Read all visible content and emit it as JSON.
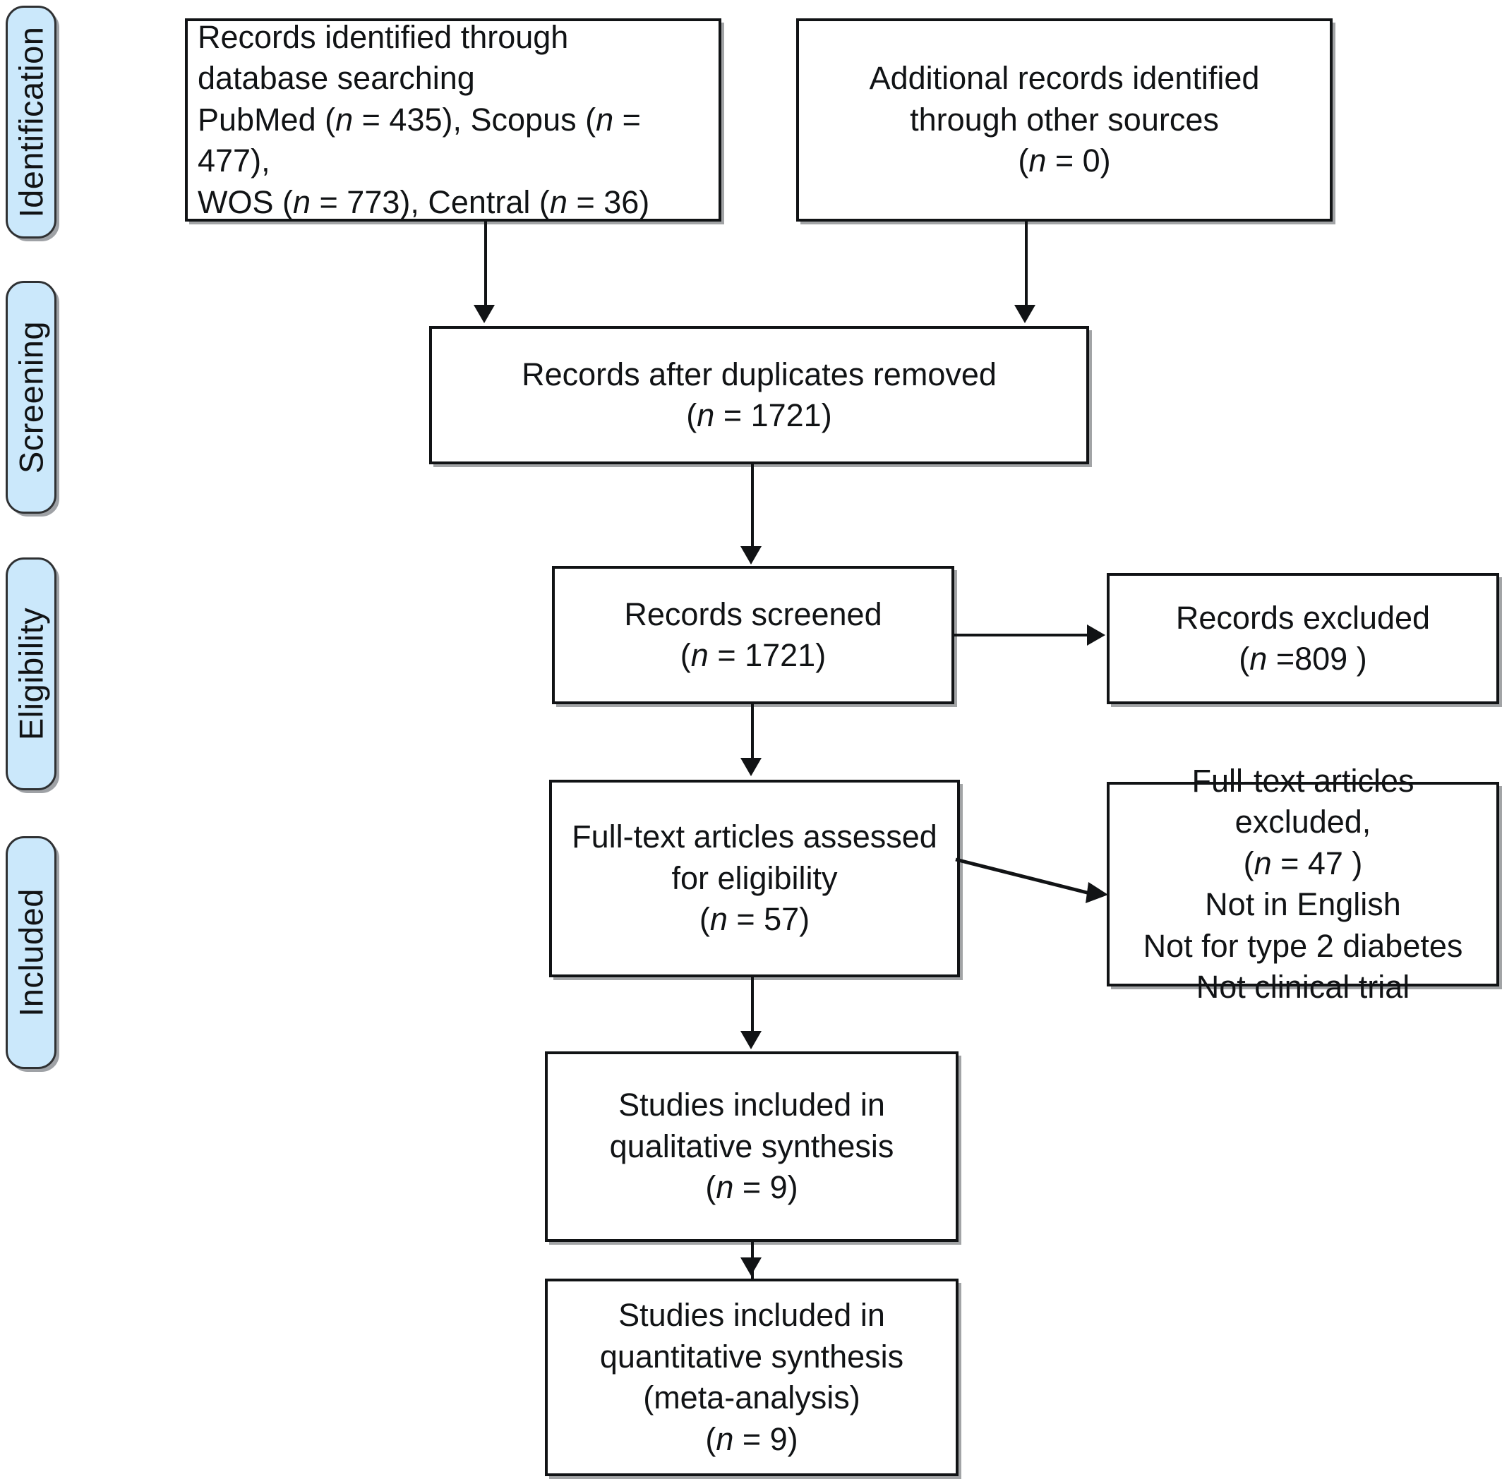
{
  "diagram": {
    "type": "prisma-flow-diagram",
    "phases": [
      {
        "name": "identification",
        "label": "Identification"
      },
      {
        "name": "screening",
        "label": "Screening"
      },
      {
        "name": "eligibility",
        "label": "Eligibility"
      },
      {
        "name": "included",
        "label": "Included"
      }
    ],
    "boxes": {
      "database_search": {
        "lines": [
          "Records identified through",
          "database searching",
          "PubMed (n = 435), Scopus (n = 477),",
          "WOS  (n = 773), Central (n = 36)"
        ],
        "align": "left"
      },
      "other_sources": {
        "lines": [
          "Additional records identified",
          "through other sources",
          "(n = 0)"
        ],
        "align": "center"
      },
      "duplicates_removed": {
        "lines": [
          "Records after duplicates removed",
          "(n = 1721)"
        ],
        "align": "center"
      },
      "records_screened": {
        "lines": [
          "Records screened",
          "(n = 1721)"
        ],
        "align": "center"
      },
      "records_excluded": {
        "lines": [
          "Records excluded",
          "(n =809 )"
        ],
        "align": "center"
      },
      "fulltext_assessed": {
        "lines": [
          "Full-text articles assessed",
          "for eligibility",
          "(n = 57)"
        ],
        "align": "center"
      },
      "fulltext_excluded": {
        "lines": [
          "Full-text articles excluded,",
          "(n = 47 )",
          "Not in English",
          "Not for type 2 diabetes",
          "Not clinical trial"
        ],
        "align": "center"
      },
      "qualitative_synthesis": {
        "lines": [
          "Studies included in",
          "qualitative synthesis",
          "(n = 9)"
        ],
        "align": "center"
      },
      "quantitative_synthesis": {
        "lines": [
          "Studies included in",
          "quantitative synthesis",
          "(meta-analysis)",
          "(n = 9)"
        ],
        "align": "center"
      }
    },
    "counts": {
      "pubmed": 435,
      "scopus": 477,
      "wos": 773,
      "central": 36,
      "other_sources": 0,
      "after_duplicates": 1721,
      "screened": 1721,
      "records_excluded": 809,
      "fulltext_assessed": 57,
      "fulltext_excluded": 47,
      "qualitative": 9,
      "quantitative": 9
    },
    "colors": {
      "phase_fill": "#cbe8fb",
      "line": "#111315",
      "box_fill": "#ffffff"
    }
  }
}
